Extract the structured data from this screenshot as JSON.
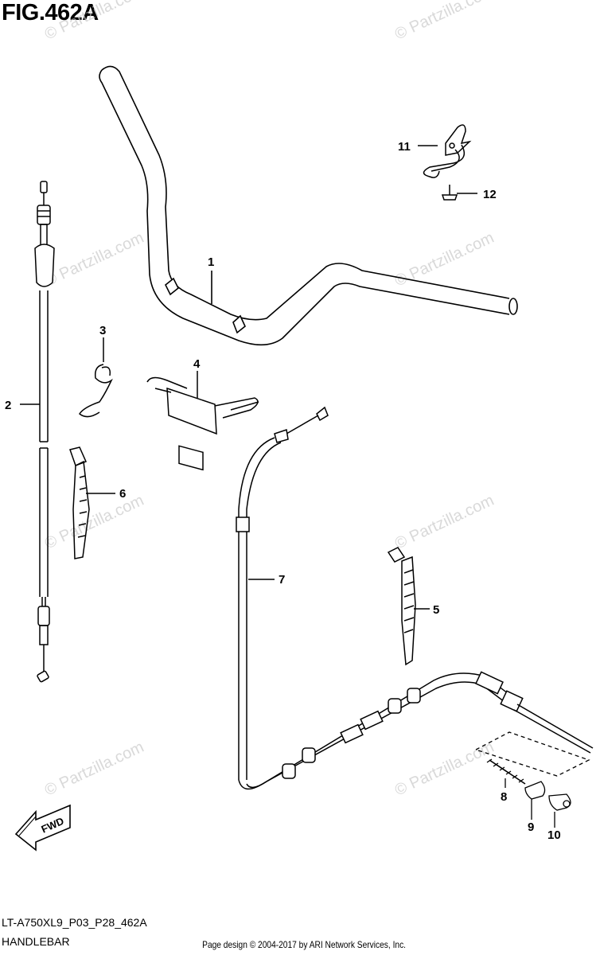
{
  "figure": {
    "title": "FIG.462A"
  },
  "callouts": [
    {
      "id": "c1",
      "label": "1"
    },
    {
      "id": "c2",
      "label": "2"
    },
    {
      "id": "c3",
      "label": "3"
    },
    {
      "id": "c4",
      "label": "4"
    },
    {
      "id": "c5",
      "label": "5"
    },
    {
      "id": "c6",
      "label": "6"
    },
    {
      "id": "c7",
      "label": "7"
    },
    {
      "id": "c8",
      "label": "8"
    },
    {
      "id": "c9",
      "label": "9"
    },
    {
      "id": "c10",
      "label": "10"
    },
    {
      "id": "c11",
      "label": "11"
    },
    {
      "id": "c12",
      "label": "12"
    }
  ],
  "direction_badge": {
    "label": "FWD"
  },
  "watermark": {
    "text": "© Partzilla.com"
  },
  "footer": {
    "code": "LT-A750XL9_P03_P28_462A",
    "name": "HANDLEBAR",
    "credit": "Page design © 2004-2017 by ARI Network Services, Inc."
  }
}
